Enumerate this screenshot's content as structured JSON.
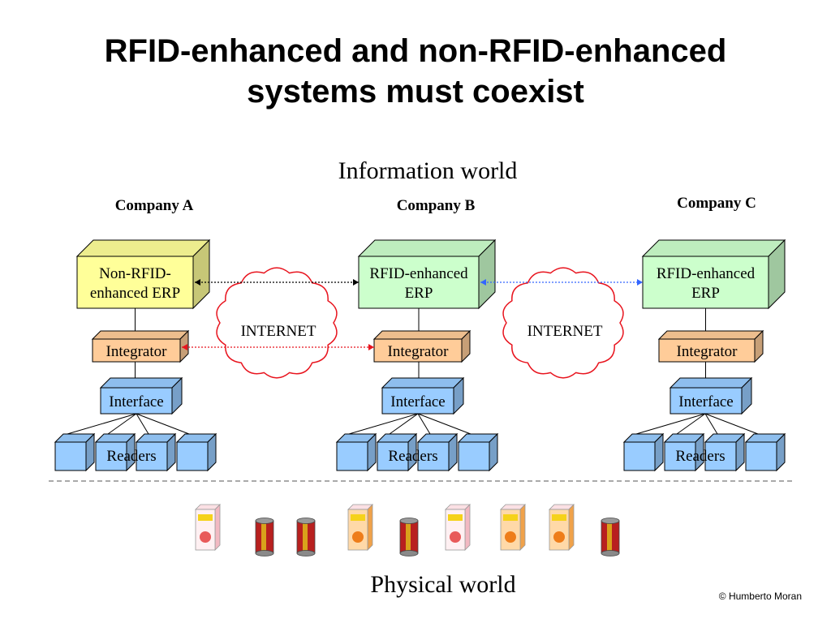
{
  "title": {
    "line1": "RFID-enhanced and non-RFID-enhanced",
    "line2": "systems must coexist"
  },
  "info_world": "Information world",
  "physical_world": "Physical world",
  "companies": [
    {
      "name": "Company A",
      "erp": [
        "Non-RFID-",
        "enhanced ERP"
      ],
      "erp_color": "#ffff99",
      "integrator": "Integrator",
      "interface": "Interface",
      "readers": "Readers"
    },
    {
      "name": "Company B",
      "erp": [
        "RFID-enhanced",
        "ERP"
      ],
      "erp_color": "#ccffcc",
      "integrator": "Integrator",
      "interface": "Interface",
      "readers": "Readers"
    },
    {
      "name": "Company C",
      "erp": [
        "RFID-enhanced",
        "ERP"
      ],
      "erp_color": "#ccffcc",
      "integrator": "Integrator",
      "interface": "Interface",
      "readers": "Readers"
    }
  ],
  "internet_labels": [
    "INTERNET",
    "INTERNET"
  ],
  "colors": {
    "integrator": "#ffcc99",
    "interface": "#99ccff",
    "cloud": "#e8141e",
    "link_a_b_erp": "#000000",
    "link_a_b_integrator": "#e8141e",
    "link_b_c_erp": "#3366ff"
  },
  "products": [
    "juice-carton",
    "can",
    "can",
    "juice-carton",
    "can",
    "juice-carton",
    "juice-carton",
    "juice-carton",
    "can"
  ],
  "copyright": "© Humberto Moran"
}
